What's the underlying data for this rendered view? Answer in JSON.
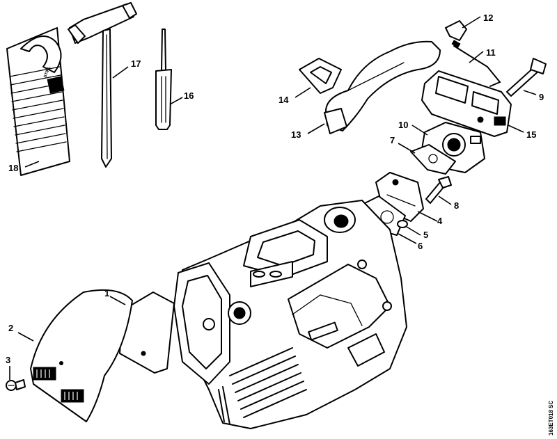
{
  "diagram": {
    "reference_code": "163ET018 SC",
    "brand_mark": "STIHL",
    "callouts": [
      "1",
      "2",
      "3",
      "4",
      "5",
      "6",
      "7",
      "8",
      "9",
      "10",
      "11",
      "12",
      "13",
      "14",
      "15",
      "16",
      "17",
      "18"
    ]
  }
}
